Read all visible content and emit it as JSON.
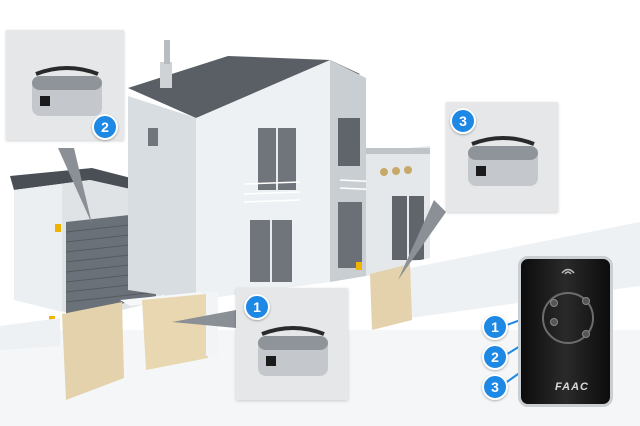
{
  "image": {
    "scene": "house-with-gate-and-garage",
    "accent_color": "#1e88e5"
  },
  "callouts": [
    {
      "badge": "1"
    },
    {
      "badge": "2"
    },
    {
      "badge": "3"
    }
  ],
  "remote": {
    "brand": "FAAC",
    "button_labels": [
      "1",
      "2",
      "3"
    ],
    "icon": "wifi-signal-icon"
  }
}
